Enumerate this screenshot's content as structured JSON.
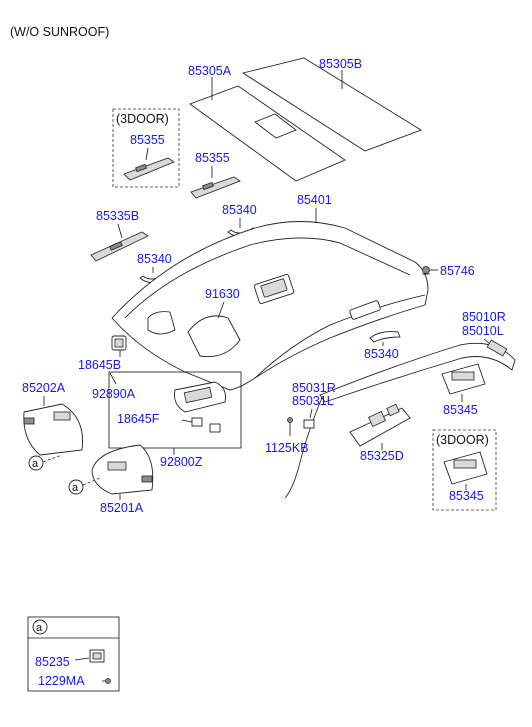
{
  "header": {
    "note": "(W/O SUNROOF)"
  },
  "boxes": {
    "door3_a": "(3DOOR)",
    "door3_b": "(3DOOR)"
  },
  "callout": {
    "symbol": "a"
  },
  "parts": {
    "p85305A": "85305A",
    "p85305B": "85305B",
    "p85355_a": "85355",
    "p85355_b": "85355",
    "p85335B": "85335B",
    "p85340_a": "85340",
    "p85340_b": "85340",
    "p85340_c": "85340",
    "p85401": "85401",
    "p85746": "85746",
    "p91630": "91630",
    "p85010R": "85010R",
    "p85010L": "85010L",
    "p18645B": "18645B",
    "p92890A": "92890A",
    "p85202A": "85202A",
    "p18645F": "18645F",
    "p85031R": "85031R",
    "p85031L": "85031L",
    "p1125KB": "1125KB",
    "p85325D": "85325D",
    "p85345_a": "85345",
    "p85345_b": "85345",
    "p92800Z": "92800Z",
    "p85201A": "85201A",
    "p85235": "85235",
    "p1229MA": "1229MA"
  },
  "colors": {
    "label": "#1a1ad8",
    "line": "#111111"
  }
}
